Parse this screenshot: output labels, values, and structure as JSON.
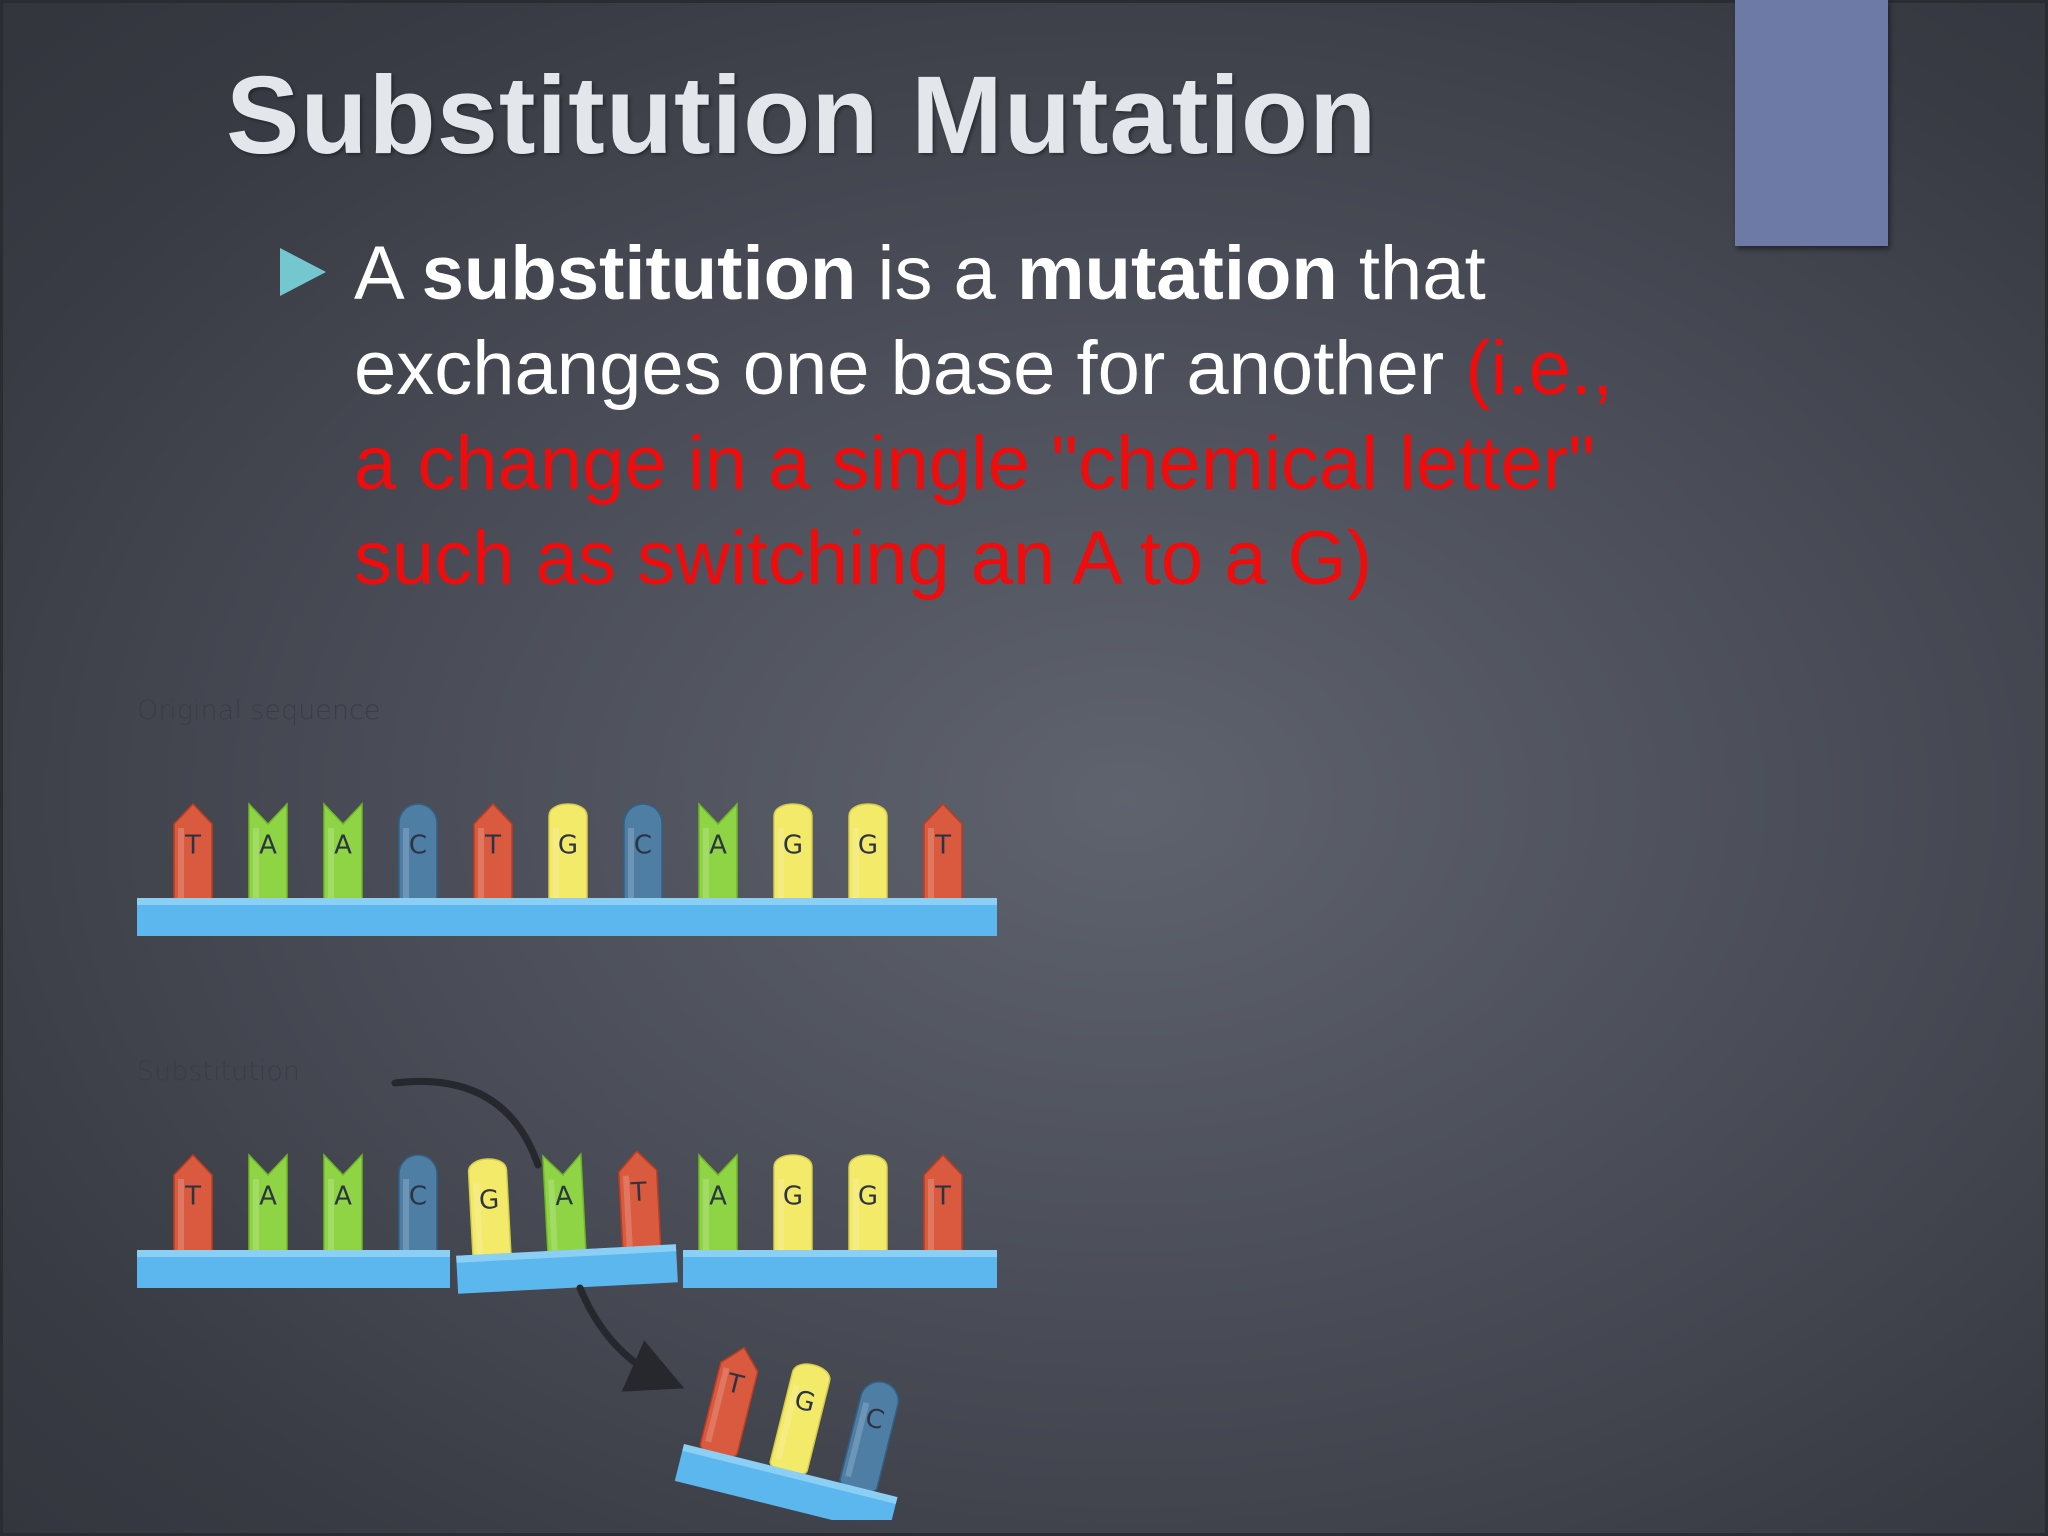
{
  "slide": {
    "title": "Substitution Mutation",
    "bullet": {
      "prefix": "A ",
      "term1": "substitution",
      "mid1": " is a ",
      "term2": "mutation",
      "mid2": " that exchanges one base for another ",
      "note": "(i.e., a change in a single \"chemical letter\" such as switching an A to a G)"
    }
  },
  "diagram": {
    "original": {
      "label": "Original sequence",
      "bases": [
        "T",
        "A",
        "A",
        "C",
        "T",
        "G",
        "C",
        "A",
        "G",
        "G",
        "T"
      ]
    },
    "substitution": {
      "label": "Substitution",
      "bases": [
        "T",
        "A",
        "A",
        "C",
        "G",
        "A",
        "T",
        "A",
        "G",
        "G",
        "T"
      ],
      "inserted": [
        "G",
        "A",
        "T"
      ],
      "removed": [
        "T",
        "G",
        "C"
      ]
    },
    "base_colors": {
      "T": "#d95a3e",
      "A": "#8ed444",
      "C": "#4f7ea5",
      "G": "#f3ea6a"
    },
    "backbone_color": "#5cb7ee",
    "label_color": "#3a3d45"
  },
  "colors": {
    "accent_bar": "#6e7aa6",
    "bullet_icon": "#74c6cf",
    "note_text": "#ee0c0c"
  }
}
